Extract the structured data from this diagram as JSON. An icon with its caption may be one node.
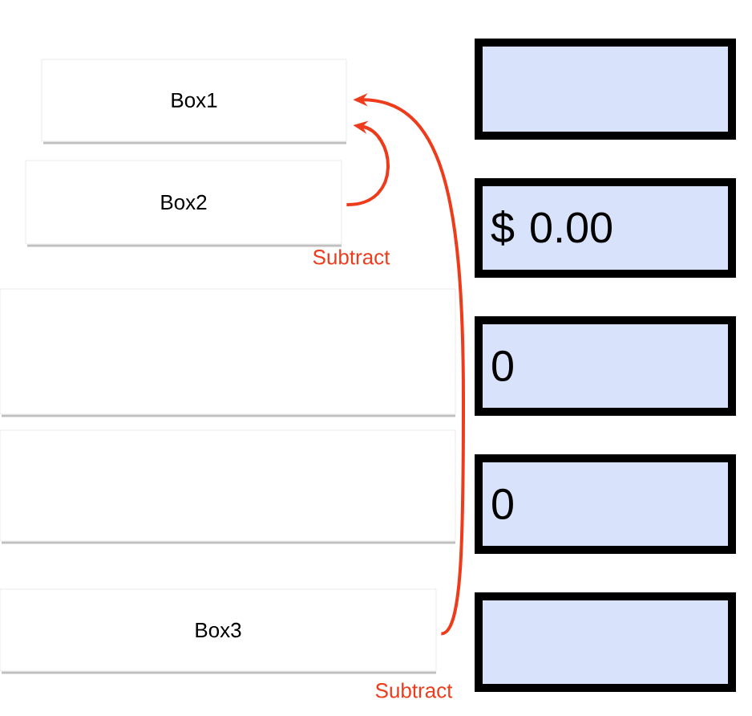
{
  "diagram": {
    "nodes": [
      {
        "text": [
          "Box1"
        ]
      },
      {
        "text": [],
        "shape": "box"
      },
      {
        "text": [
          "Box2"
        ]
      },
      {
        "text": [
          "$ 0.00"
        ]
      },
      {
        "text": [],
        "shape": "box"
      },
      {
        "text": [
          "0"
        ]
      },
      {
        "text": [],
        "shape": "box"
      },
      {
        "text": [
          "0"
        ]
      },
      {
        "text": [
          "Box3"
        ]
      },
      {
        "text": [],
        "shape": "box"
      }
    ],
    "edges": [
      {
        "from": 2,
        "to": 0,
        "arrow": "to",
        "label": "Subtract"
      },
      {
        "from": 8,
        "to": 0,
        "arrow": "to",
        "label": "Subtract"
      }
    ]
  }
}
